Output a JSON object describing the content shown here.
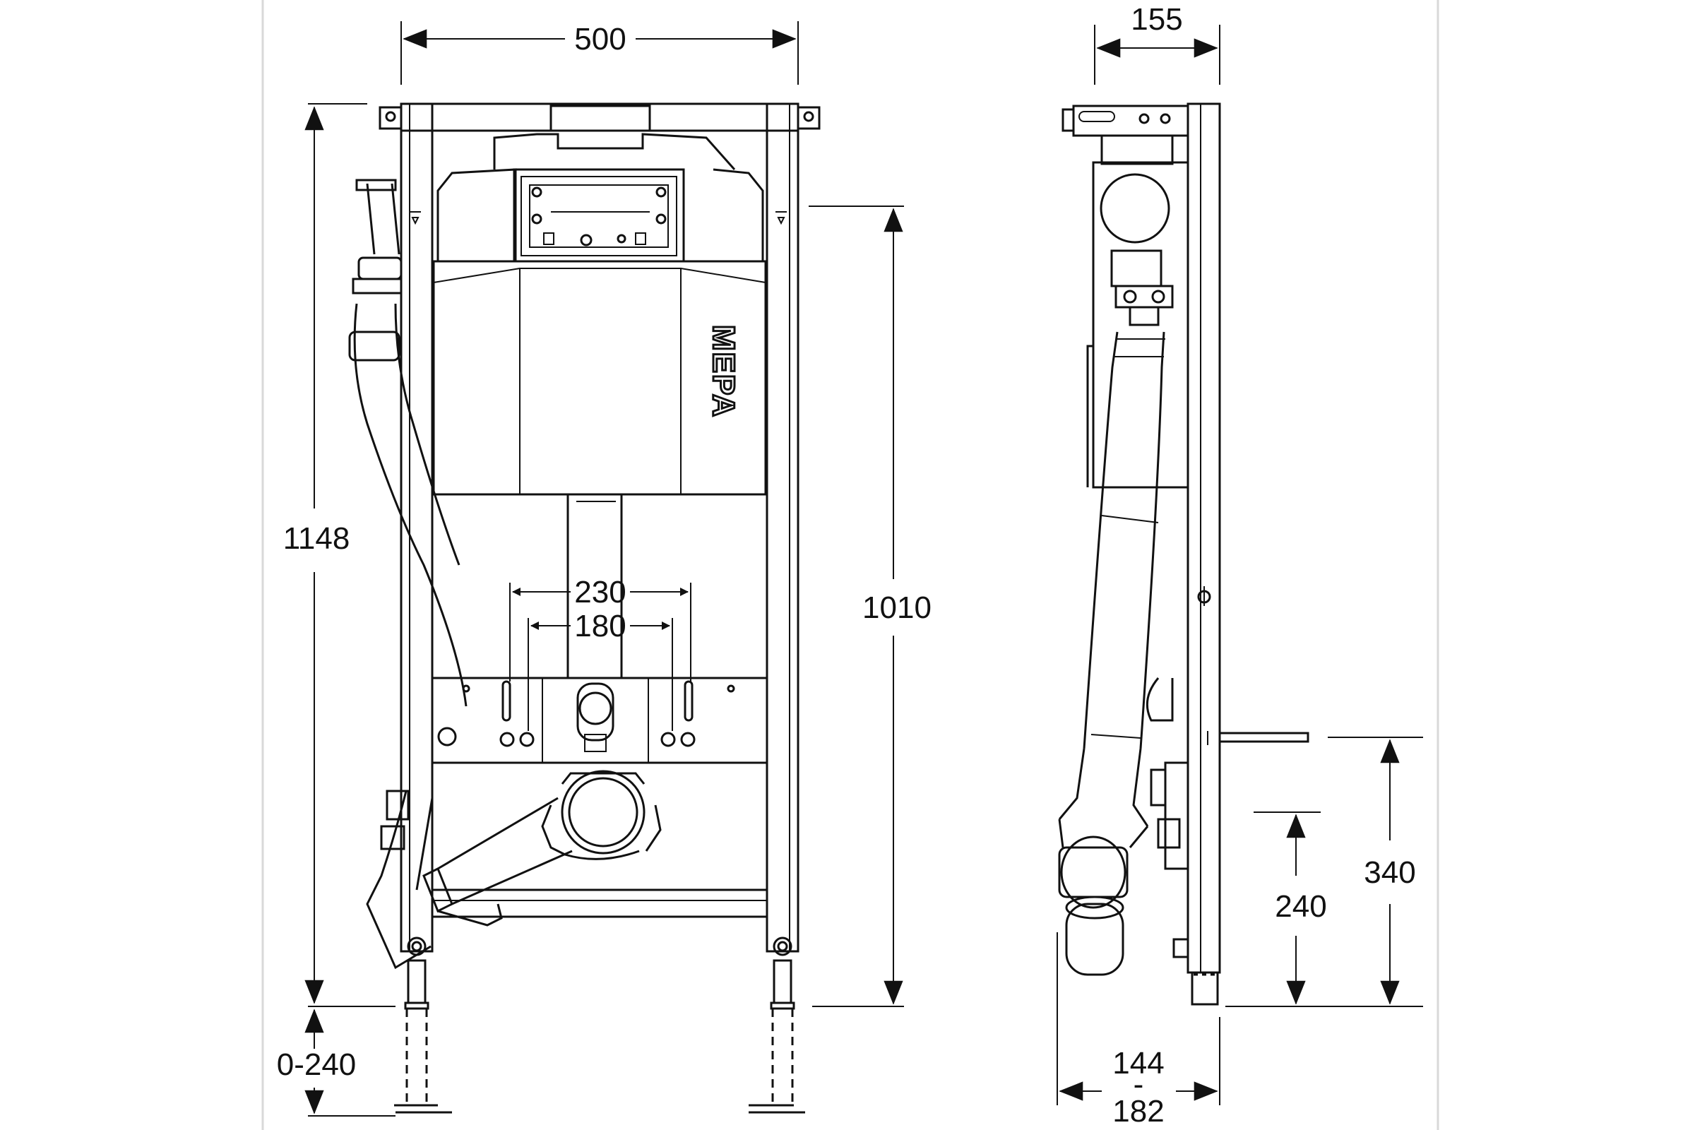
{
  "front_view": {
    "width_label": "500",
    "height_label": "1148",
    "foot_adjust_label": "0-240",
    "inlet_height_label": "1010",
    "bolt_spacing_outer_label": "230",
    "bolt_spacing_inner_label": "180",
    "brand_logo_text": "MEPA"
  },
  "side_view": {
    "depth_label": "155",
    "outlet_height_label": "340",
    "drain_height_label": "240",
    "min_depth_label": "144",
    "range_separator": "-",
    "max_depth_label": "182"
  },
  "colors": {
    "line": "#111111",
    "background": "#ffffff",
    "panel_border": "#d9d9d9"
  }
}
